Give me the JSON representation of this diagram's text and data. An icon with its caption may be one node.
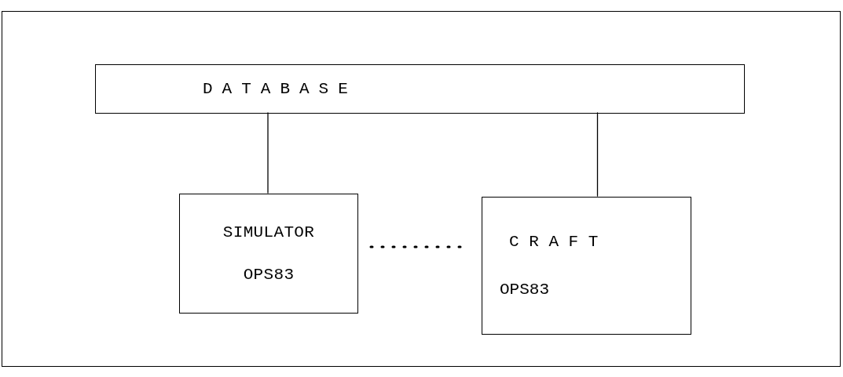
{
  "diagram": {
    "nodes": [
      {
        "text": [],
        "shape": "box"
      },
      {
        "text": [
          "DATABASE"
        ],
        "in": 0
      },
      {
        "text": [
          "SIMULATOR",
          "OPS83"
        ],
        "in": 0
      },
      {
        "text": [
          "CRAFT",
          "OPS83"
        ],
        "in": 0
      }
    ],
    "edges": [
      {
        "from": 1,
        "to": 2,
        "arrow": "none"
      },
      {
        "from": 1,
        "to": 3,
        "arrow": "none"
      },
      {
        "from": 2,
        "to": 3,
        "arrow": "none",
        "style": "dashed"
      }
    ]
  }
}
